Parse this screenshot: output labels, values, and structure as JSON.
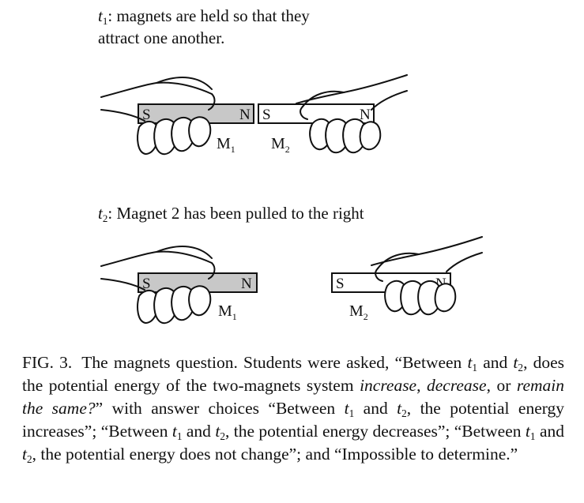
{
  "figure": {
    "panel_t1": {
      "time_var": "t",
      "time_sub": "1",
      "line1": ": magnets are held so that they",
      "line2": "attract one another."
    },
    "panel_t2": {
      "time_var": "t",
      "time_sub": "2",
      "text": ": Magnet 2 has been pulled to the right"
    },
    "magnet_letters": {
      "south": "S",
      "north": "N"
    },
    "magnet_labels": {
      "m1_letter": "M",
      "m1_sub": "1",
      "m2_letter": "M",
      "m2_sub": "2"
    },
    "colors": {
      "magnet_1_fill": "#c8c8c8",
      "magnet_2_fill": "#ffffff",
      "outline": "#111111"
    }
  },
  "caption": {
    "fig_label": "FIG. 3.",
    "s1": "The magnets question. Students were asked, “Between ",
    "t": "t",
    "sub1": "1",
    "sub2": "2",
    "and": " and ",
    "s2": ", does the potential energy of the two-magnets system ",
    "opt_increase": "increase",
    "comma": ", ",
    "opt_decrease": "decrease",
    "or": ", or ",
    "opt_same": "remain the same?",
    "s3": "” with answer choices “Between ",
    "s4": ", the potential energy increases”; “Between ",
    "s5": ", the potential energy decreases”; “Between ",
    "s6": ", the potential energy does not change”; and “Impossible to determine.”"
  }
}
